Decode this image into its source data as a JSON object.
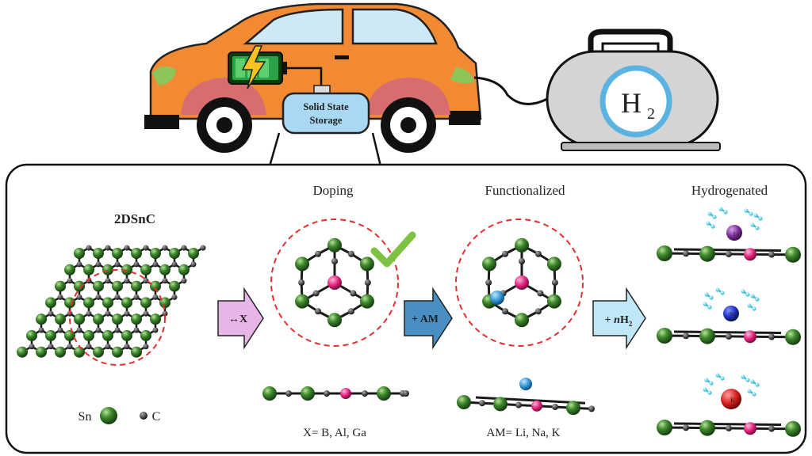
{
  "top": {
    "storage_label_line1": "Solid State",
    "storage_label_line2": "Storage",
    "tank_symbol": "H",
    "tank_subscript": "2"
  },
  "panel": {
    "title_2dsnc": "2DSnC",
    "legend_sn": "Sn",
    "legend_c": "C",
    "col_doping": "Doping",
    "col_functionalized": "Functionalized",
    "col_hydrogenated": "Hydrogenated",
    "arrow1": "↔X",
    "arrow2": "+ AM",
    "arrow3_prefix": "+ ",
    "arrow3_n": "n",
    "arrow3_h": "H",
    "arrow3_sub": "2",
    "doping_note": "X= B, Al, Ga",
    "am_note": "AM= Li, Na, K",
    "ion_li": "Li",
    "ion_na": "Na",
    "ion_k": "K"
  },
  "colors": {
    "car_body": "#f28a34",
    "car_window": "#cfe8f5",
    "storage_box": "#a9d8f2",
    "tank_body": "#d4d4d4",
    "tank_ring": "#5ab3e0",
    "sn_atom": "#3a7d2c",
    "c_atom": "#333333",
    "dopant": "#e0207a",
    "arrow_doping": "#e7b6e7",
    "arrow_am": "#4a8fc4",
    "arrow_h2": "#bfe7f6",
    "check": "#7dc242"
  }
}
